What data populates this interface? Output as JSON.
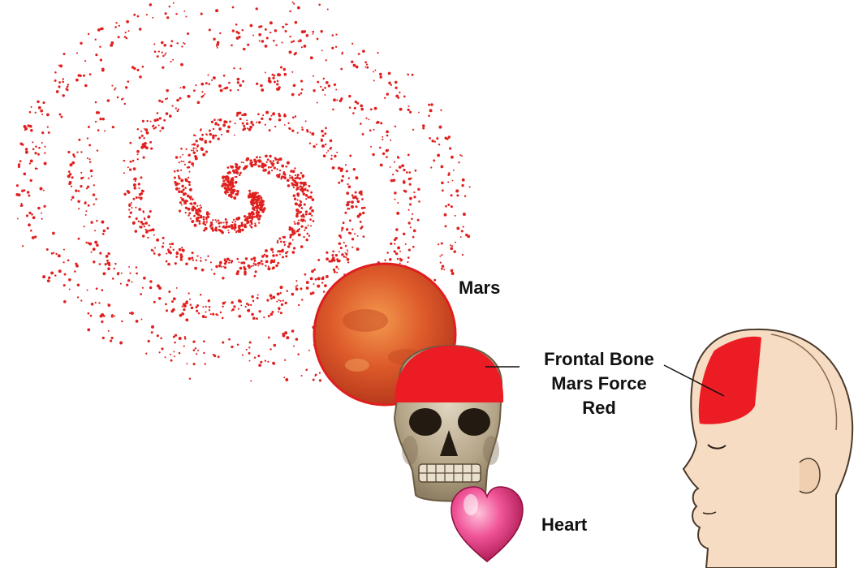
{
  "labels": {
    "mars": "Mars",
    "frontal_line1": "Frontal Bone",
    "frontal_line2": "Mars Force",
    "frontal_line3": "Red",
    "heart": "Heart"
  },
  "colors": {
    "spiral": "#e0201f",
    "mars": "#d8502a",
    "frontal_red": "#ec1c24",
    "skin": "#f6dcc2",
    "heart": "#e4337a",
    "skull": "#b8a88e"
  },
  "icons": {
    "galaxy": "spiral-galaxy-icon",
    "planet": "mars-planet-icon",
    "skull": "skull-icon",
    "heart": "heart-icon",
    "head": "head-profile-icon"
  }
}
